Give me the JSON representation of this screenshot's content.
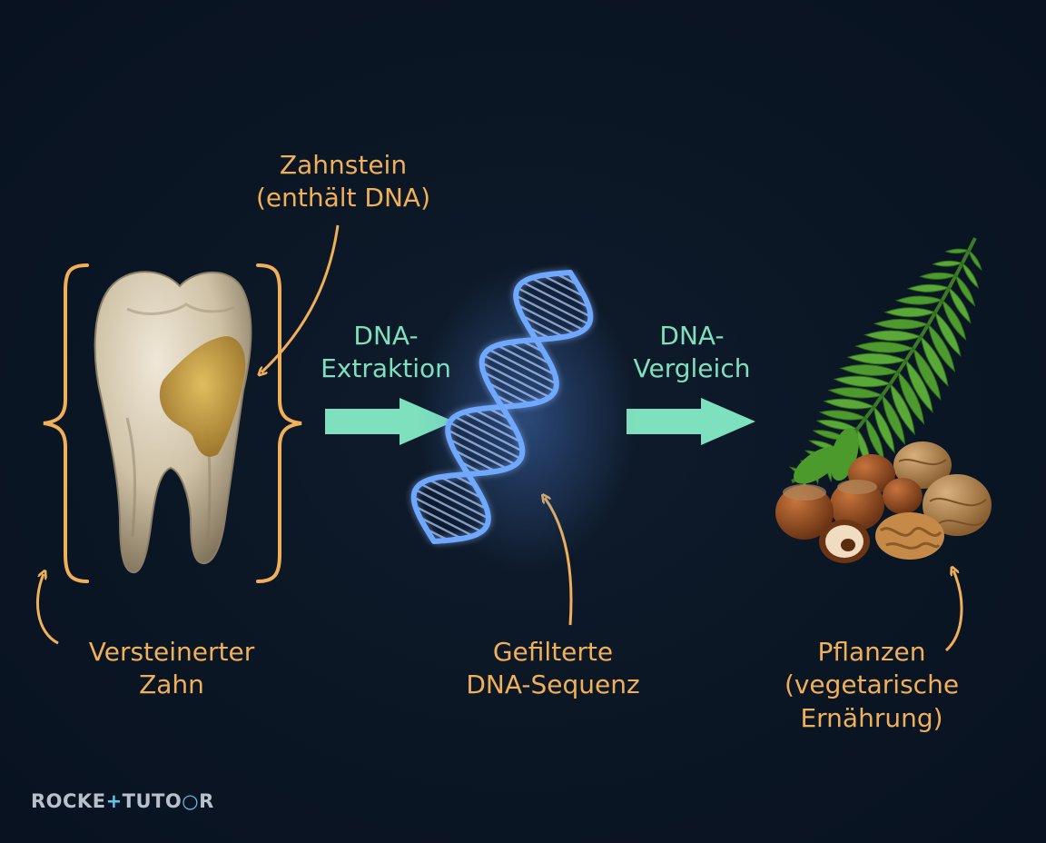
{
  "labels": {
    "zahnstein": {
      "line1": "Zahnstein",
      "line2": "(enthält DNA)"
    },
    "extraktion": {
      "line1": "DNA-",
      "line2": "Extraktion"
    },
    "vergleich": {
      "line1": "DNA-",
      "line2": "Vergleich"
    },
    "zahn": {
      "line1": "Versteinerter",
      "line2": "Zahn"
    },
    "sequenz": {
      "line1": "Gefilterte",
      "line2": "DNA-Sequenz"
    },
    "pflanzen": {
      "line1": "Pflanzen",
      "line2": "(vegetarische",
      "line3": "Ernährung)"
    }
  },
  "logo": {
    "part1": "ROCKE",
    "part2": "TUTO",
    "part3": "R"
  },
  "colors": {
    "background": "#0b1624",
    "label_orange": "#f0b05a",
    "label_mint": "#7ee0bd",
    "arrow_mint": "#7ee0bd",
    "dna_blue": "#6fa8ff",
    "tartar": "#c9a040"
  },
  "icons": [
    "tooth-image",
    "dna-helix-image",
    "fern-and-nuts-image",
    "right-arrow-icon",
    "curved-arrow-icon",
    "curly-brace-icon"
  ]
}
